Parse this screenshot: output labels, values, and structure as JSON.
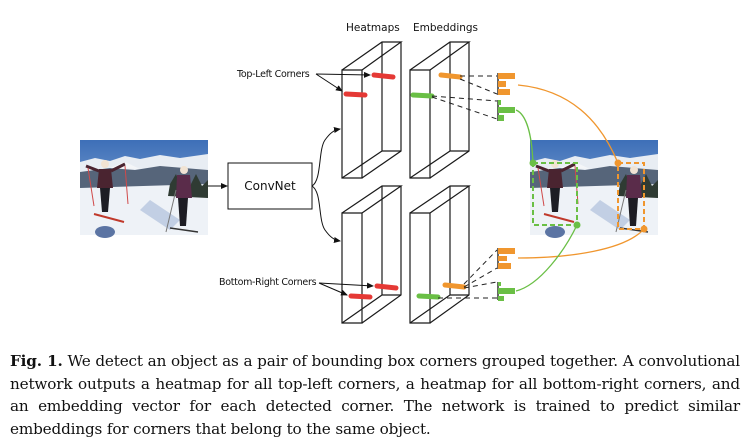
{
  "figure": {
    "column_headers": {
      "heatmaps": "Heatmaps",
      "embeddings": "Embeddings"
    },
    "convnet_label": "ConvNet",
    "annotations": {
      "top_left": "Top-Left Corners",
      "bottom_right": "Bottom-Right Corners"
    },
    "input_image": {
      "description": "Two skiers standing on a snowy mountain slope"
    },
    "output_image": {
      "description": "Same photo with dashed bounding boxes around each skier"
    },
    "colors": {
      "heatmap_mark": "#e53935",
      "embedding_orange": "#f0962e",
      "embedding_green": "#6abf45",
      "outline": "#1a1a1a"
    }
  },
  "caption": {
    "label": "Fig. 1.",
    "text": " We detect an object as a pair of bounding box corners grouped together. A convolutional network outputs a heatmap for all top-left corners, a heatmap for all bottom-right corners, and an embedding vector for each detected corner. The network is trained to predict similar embeddings for corners that belong to the same object."
  }
}
